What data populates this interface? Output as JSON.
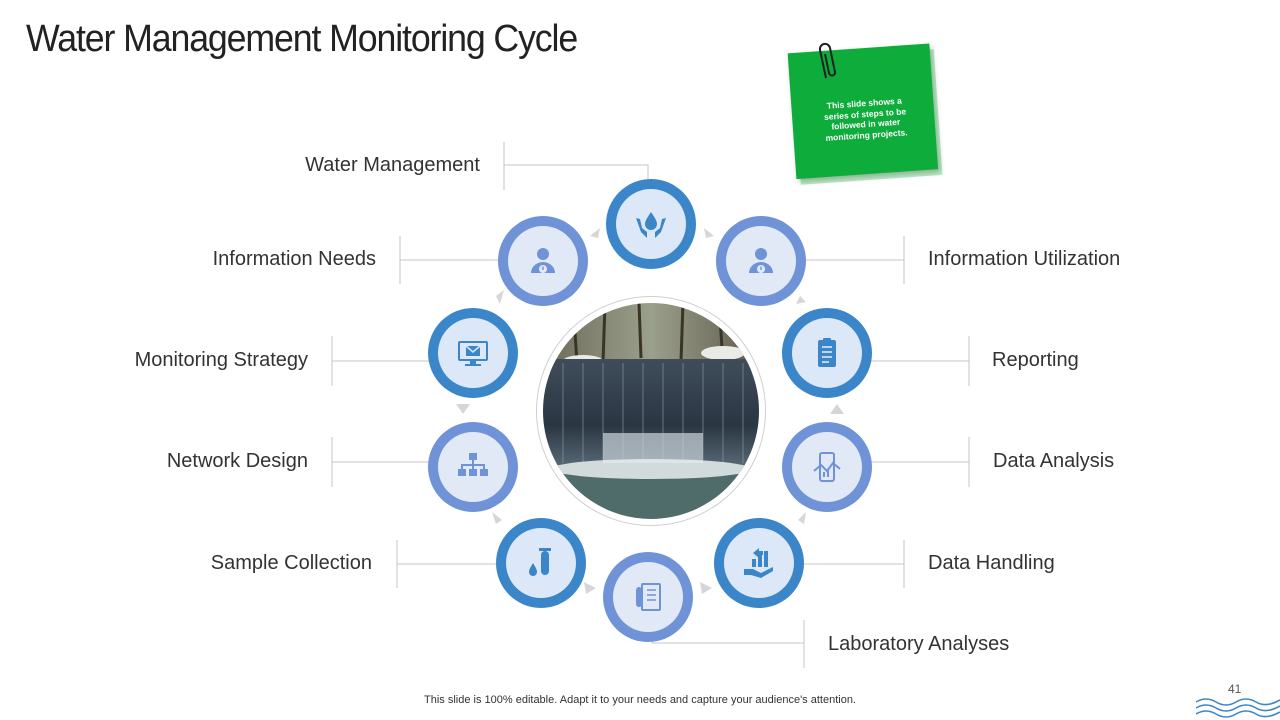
{
  "title": "Water Management Monitoring Cycle",
  "note": {
    "text": "This slide shows a series of steps to be followed in water monitoring projects."
  },
  "steps": [
    {
      "label": "Water Management",
      "icon": "hands-water-drop-icon"
    },
    {
      "label": "Information  Utilization",
      "icon": "user-info-icon"
    },
    {
      "label": "Reporting",
      "icon": "clipboard-report-icon"
    },
    {
      "label": "Data Analysis",
      "icon": "mobile-chart-icon"
    },
    {
      "label": "Data Handling",
      "icon": "hand-growth-chart-icon"
    },
    {
      "label": "Laboratory Analyses",
      "icon": "test-tube-document-icon"
    },
    {
      "label": "Sample  Collection",
      "icon": "test-tube-drops-icon"
    },
    {
      "label": "Network Design",
      "icon": "org-hierarchy-icon"
    },
    {
      "label": "Monitoring  Strategy",
      "icon": "monitor-mail-icon"
    },
    {
      "label": "Information  Needs",
      "icon": "user-info-icon"
    }
  ],
  "center_image": "waterfall-photo",
  "footer": "This slide is 100% editable. Adapt it to your needs and capture your audience's attention.",
  "page_number": "41",
  "colors": {
    "node_dark": "#3a86c8",
    "node_light": "#6f93d6",
    "icon": "#3a86c8",
    "note_green": "#0eac3b"
  }
}
